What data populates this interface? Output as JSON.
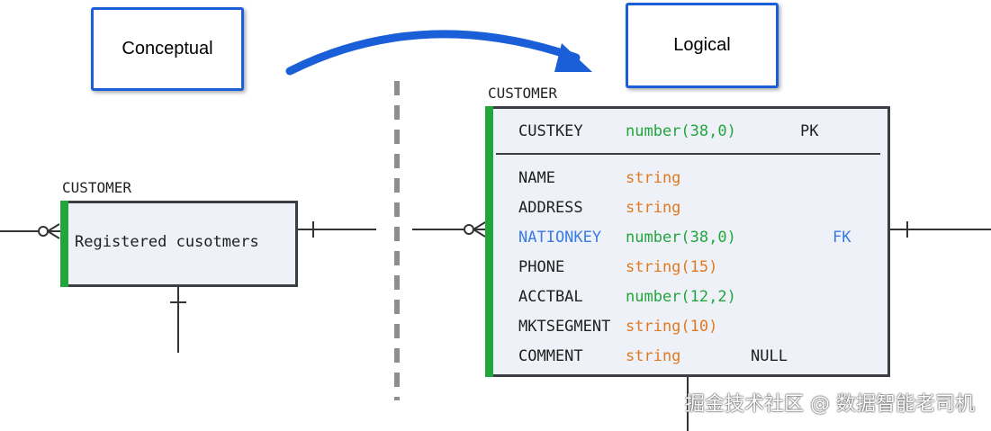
{
  "labels": {
    "conceptual": "Conceptual",
    "logical": "Logical"
  },
  "conceptual_entity": {
    "title": "CUSTOMER",
    "description": "Registered cusotmers"
  },
  "logical_entity": {
    "title": "CUSTOMER",
    "primary_key": {
      "name": "CUSTKEY",
      "type": "number(38,0)",
      "type_kind": "number",
      "key": "PK"
    },
    "attributes": [
      {
        "name": "NAME",
        "type": "string",
        "type_kind": "string",
        "key": ""
      },
      {
        "name": "ADDRESS",
        "type": "string",
        "type_kind": "string",
        "key": ""
      },
      {
        "name": "NATIONKEY",
        "type": "number(38,0)",
        "type_kind": "number",
        "key": "FK",
        "is_fk": true
      },
      {
        "name": "PHONE",
        "type": "string(15)",
        "type_kind": "string",
        "key": ""
      },
      {
        "name": "ACCTBAL",
        "type": "number(12,2)",
        "type_kind": "number",
        "key": ""
      },
      {
        "name": "MKTSEGMENT",
        "type": "string(10)",
        "type_kind": "string",
        "key": ""
      },
      {
        "name": "COMMENT",
        "type": "string",
        "type_kind": "string",
        "key": "NULL"
      }
    ]
  },
  "colors": {
    "label_border": "#1a5fd8",
    "arrow": "#1a5fd8",
    "entity_bar": "#22a63c",
    "number_type": "#22a63c",
    "string_type": "#e07a1f",
    "fk_text": "#3a7be0"
  },
  "watermark": "掘金技术社区 @ 数据智能老司机"
}
